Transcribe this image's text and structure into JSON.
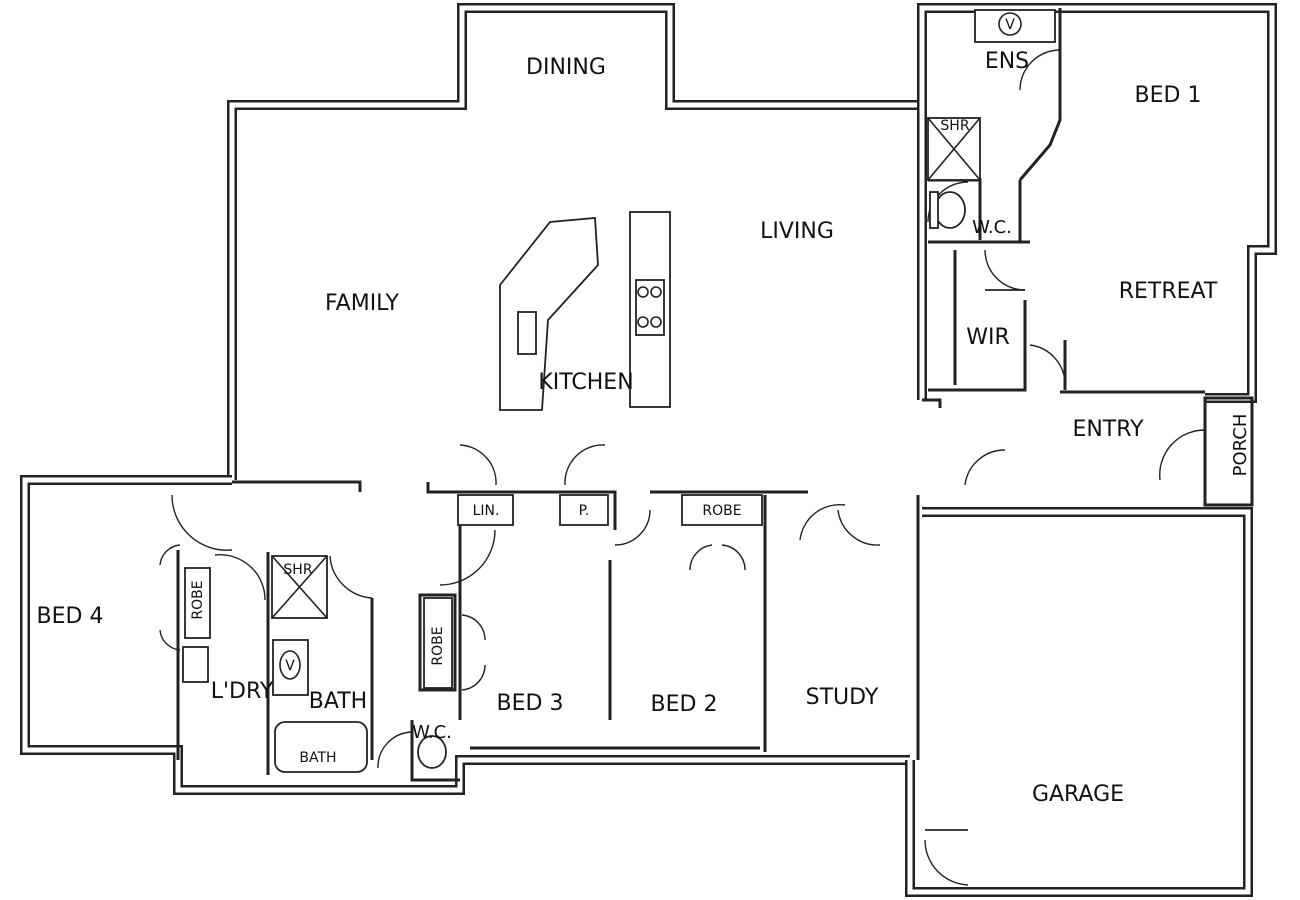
{
  "rooms": {
    "dining": "DINING",
    "ens": "ENS",
    "bed1": "BED 1",
    "shr1": "SHR",
    "wc1": "W.C.",
    "living": "LIVING",
    "family": "FAMILY",
    "kitchen": "KITCHEN",
    "retreat": "RETREAT",
    "wir": "WIR",
    "entry": "ENTRY",
    "porch": "PORCH",
    "lin": "LIN.",
    "pantry": "P.",
    "robe_bed2": "ROBE",
    "bed4": "BED 4",
    "robe_bed4": "ROBE",
    "shr2": "SHR",
    "laundry": "L'DRY",
    "bath": "BATH",
    "bath_tub": "BATH",
    "robe_bed3": "ROBE",
    "wc2": "W.C.",
    "bed3": "BED 3",
    "bed2": "BED 2",
    "study": "STUDY",
    "garage": "GARAGE",
    "vanity1": "V",
    "vanity2": "V"
  }
}
